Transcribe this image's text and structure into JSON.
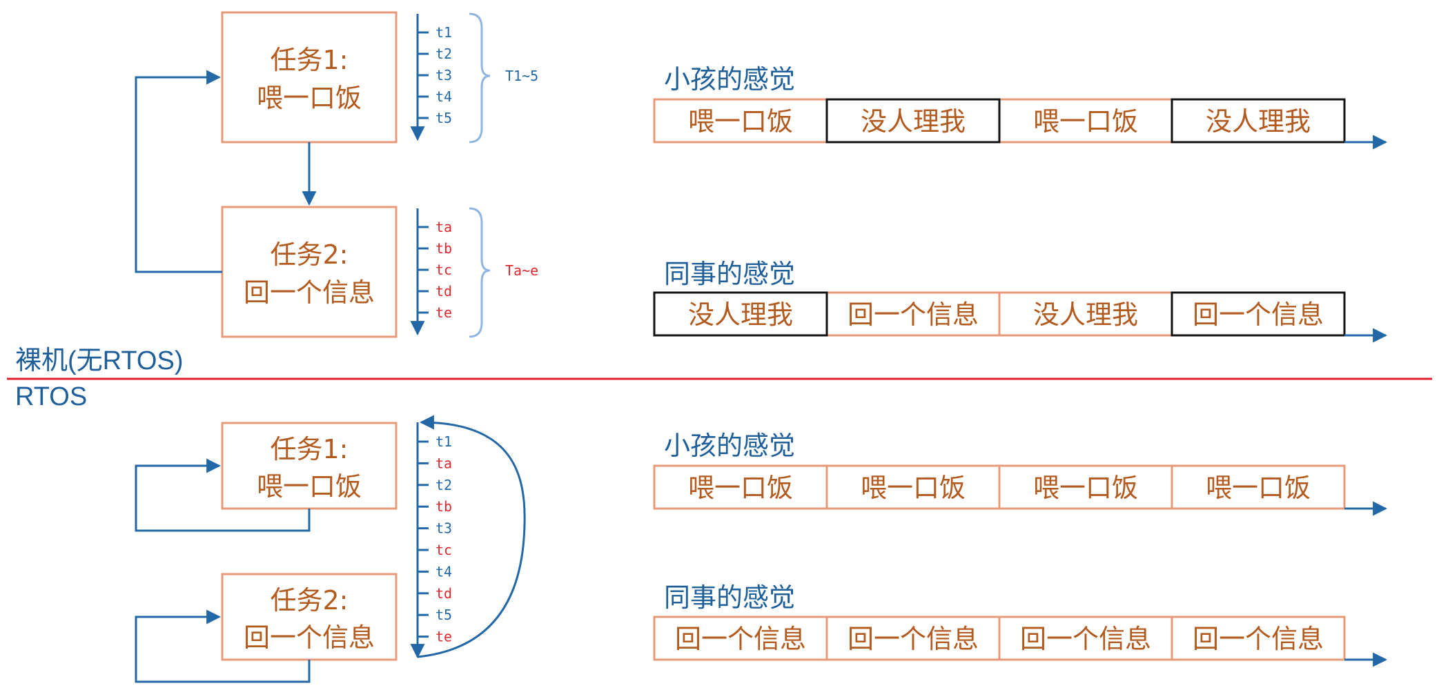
{
  "colors": {
    "blue": "#2268a6",
    "orange_border": "#e89a78",
    "orange_text": "#b35a1f",
    "red_tick": "#e0282e",
    "bracket": "#8fb6e0",
    "divider": "#e0202a",
    "black": "#111111"
  },
  "sections": {
    "bare_label": "裸机(无RTOS)",
    "rtos_label": "RTOS"
  },
  "bare": {
    "task1": {
      "line1": "任务1:",
      "line2": "喂一口饭"
    },
    "task2": {
      "line1": "任务2:",
      "line2": "回一个信息"
    },
    "ticks1": [
      "t1",
      "t2",
      "t3",
      "t4",
      "t5"
    ],
    "ticks2": [
      "ta",
      "tb",
      "tc",
      "td",
      "te"
    ],
    "brace1": "T1~5",
    "brace2": "Ta~e",
    "child": {
      "title": "小孩的感觉",
      "cells": [
        "喂一口饭",
        "没人理我",
        "喂一口饭",
        "没人理我"
      ]
    },
    "colleague": {
      "title": "同事的感觉",
      "cells": [
        "没人理我",
        "回一个信息",
        "没人理我",
        "回一个信息"
      ]
    }
  },
  "rtos": {
    "task1": {
      "line1": "任务1:",
      "line2": "喂一口饭"
    },
    "task2": {
      "line1": "任务2:",
      "line2": "回一个信息"
    },
    "ticks": [
      "t1",
      "ta",
      "t2",
      "tb",
      "t3",
      "tc",
      "t4",
      "td",
      "t5",
      "te"
    ],
    "child": {
      "title": "小孩的感觉",
      "cells": [
        "喂一口饭",
        "喂一口饭",
        "喂一口饭",
        "喂一口饭"
      ]
    },
    "colleague": {
      "title": "同事的感觉",
      "cells": [
        "回一个信息",
        "回一个信息",
        "回一个信息",
        "回一个信息"
      ]
    }
  }
}
